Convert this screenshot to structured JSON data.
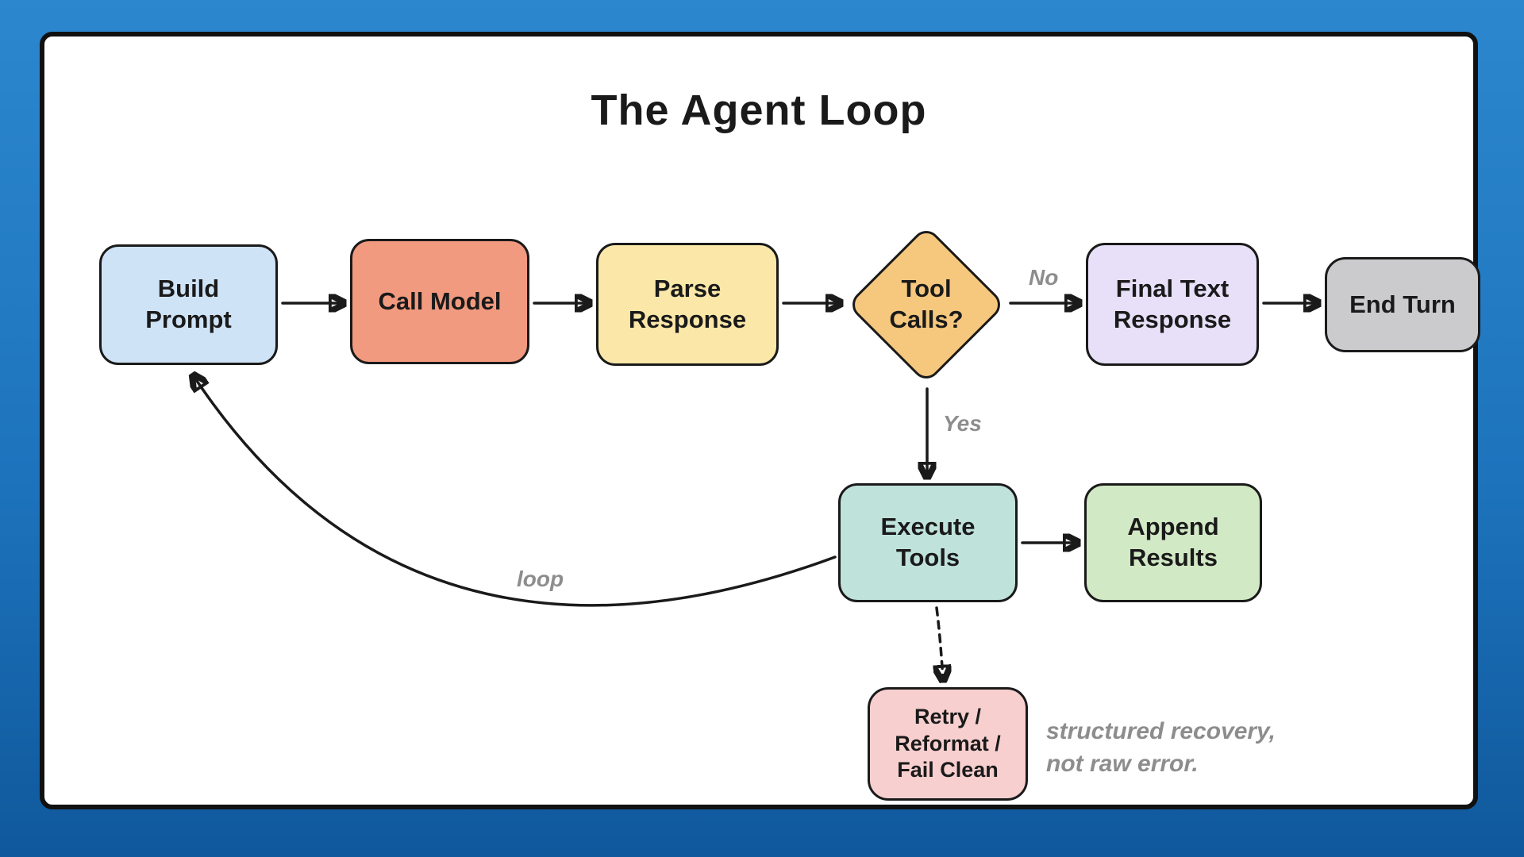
{
  "title": "The Agent Loop",
  "nodes": {
    "build_prompt": "Build\nPrompt",
    "call_model": "Call Model",
    "parse_response": "Parse\nResponse",
    "tool_calls": "Tool\nCalls?",
    "final_text_response": "Final Text\nResponse",
    "end_turn": "End Turn",
    "execute_tools": "Execute\nTools",
    "append_results": "Append\nResults",
    "retry": "Retry /\nReformat /\nFail Clean"
  },
  "edge_labels": {
    "no": "No",
    "yes": "Yes",
    "loop": "loop"
  },
  "annotation": "structured recovery,\nnot raw error.",
  "colors": {
    "background": "#1d74bd",
    "canvas": "#ffffff",
    "stroke": "#1a1a1a",
    "muted_text": "#8d8d8d",
    "build_prompt": "#cfe3f7",
    "call_model": "#f29a7f",
    "parse_response": "#fbe8a8",
    "tool_calls": "#f6c87e",
    "final_text_response": "#e7e0f8",
    "end_turn": "#cbcbce",
    "execute_tools": "#bfe3db",
    "append_results": "#d2e9c5",
    "retry": "#f8cfcf"
  }
}
